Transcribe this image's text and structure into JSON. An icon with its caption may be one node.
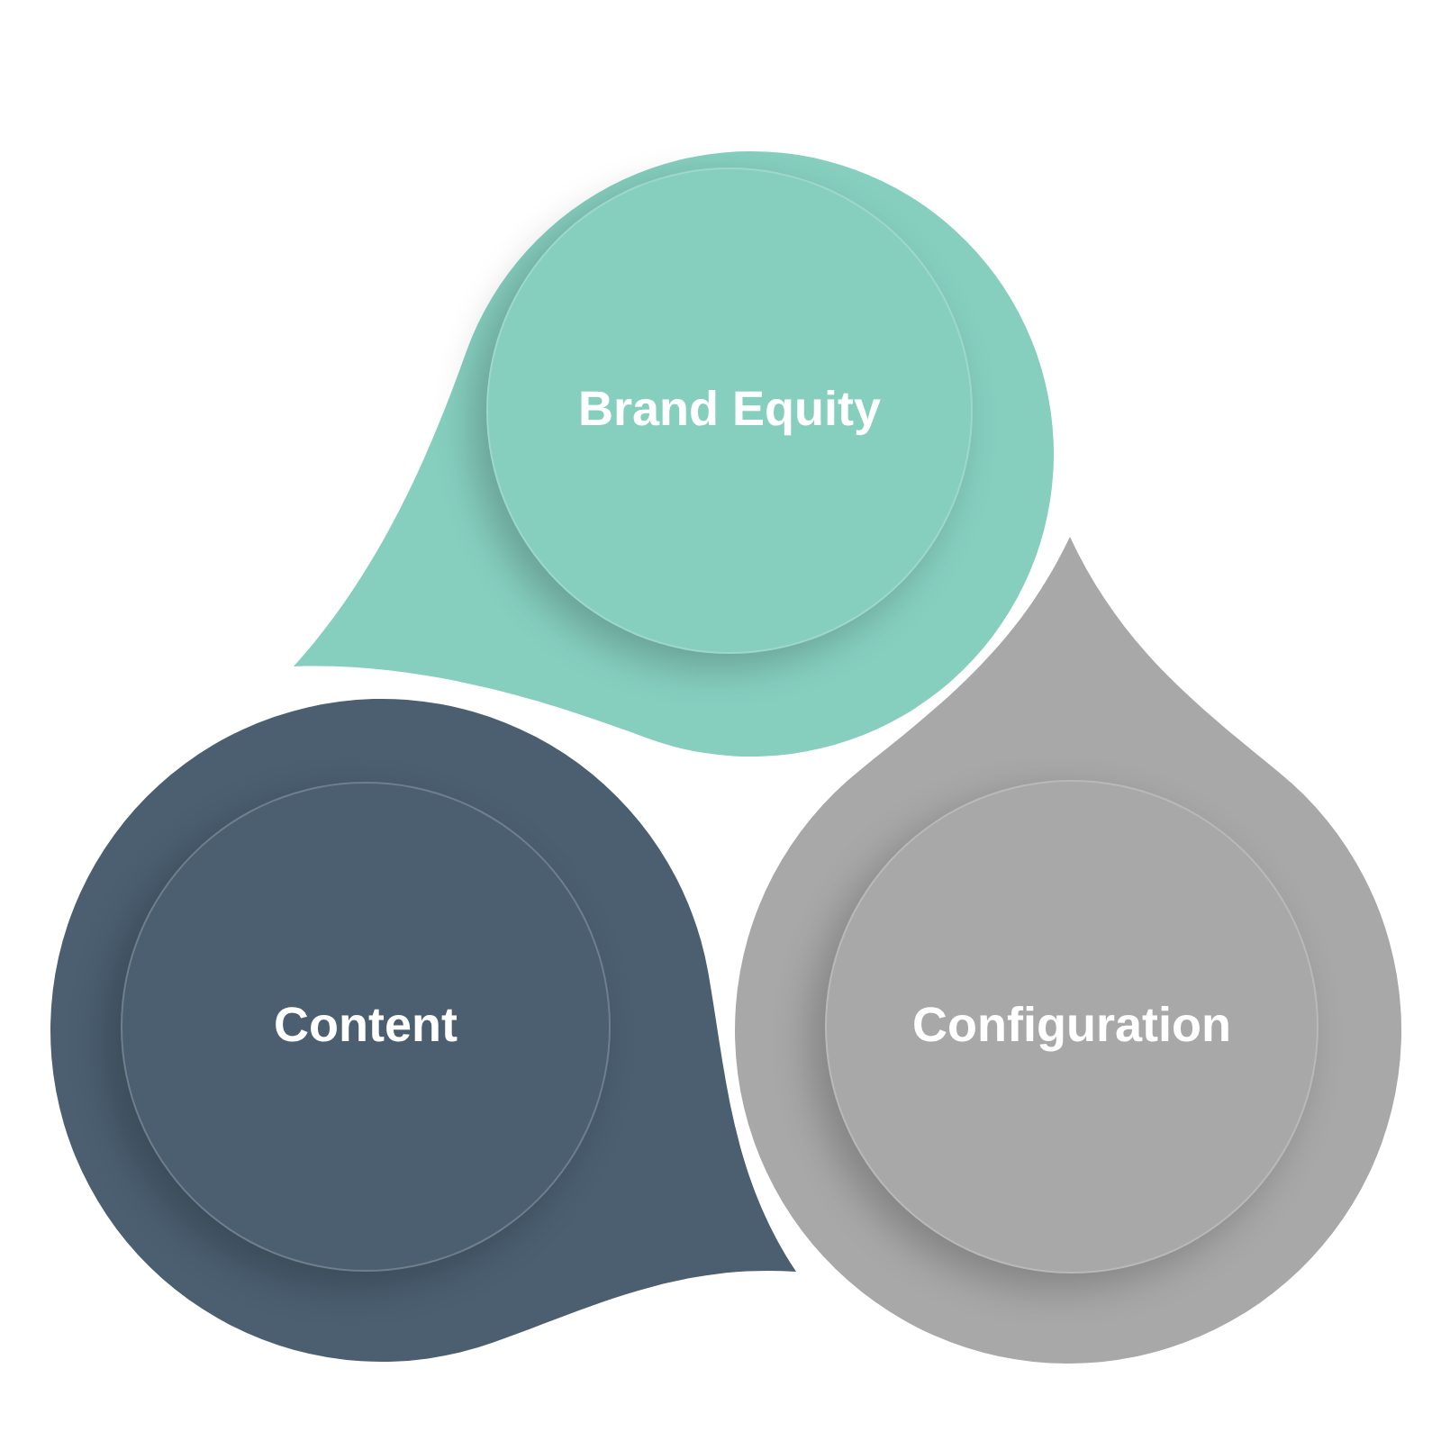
{
  "diagram": {
    "nodes": [
      {
        "text": [],
        "shape": "drop"
      },
      {
        "text": [
          "Brand Equity"
        ],
        "in": 0
      },
      {
        "text": [],
        "shape": "drop"
      },
      {
        "text": [
          "Content"
        ],
        "in": 2
      },
      {
        "text": [],
        "shape": "drop"
      },
      {
        "text": [
          "Configuration"
        ],
        "in": 4
      }
    ]
  }
}
